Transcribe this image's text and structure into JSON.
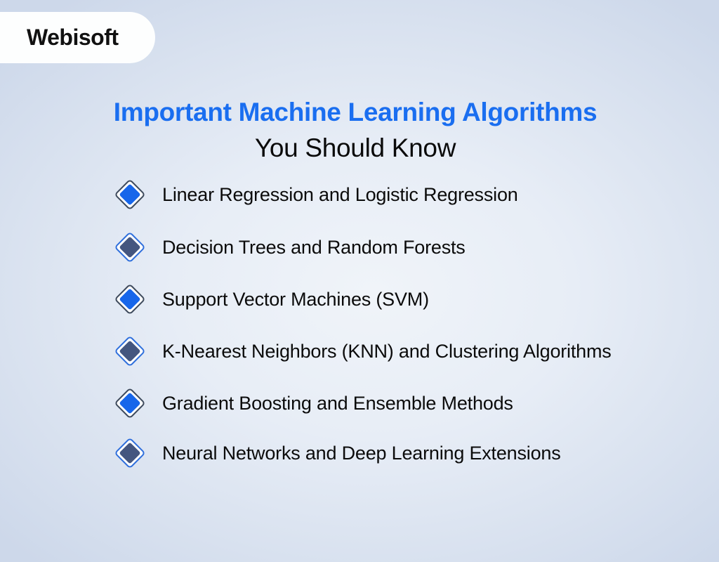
{
  "brand": {
    "logo_text": "Webisoft"
  },
  "title": {
    "line1": "Important Machine Learning Algorithms",
    "line2": "You Should Know"
  },
  "colors": {
    "title_blue": "#1a6ef0",
    "diamond_blue_fill": "#1766ea",
    "diamond_blue_border": "#3e4a5c",
    "diamond_navy_fill": "#44567f",
    "diamond_navy_border": "#2f6fdc",
    "background_center": "#f0f4f9",
    "background_edge": "#cdd8ea"
  },
  "items": [
    {
      "label": "Linear Regression and Logistic Regression",
      "bullet": "diamond-blue"
    },
    {
      "label": "Decision Trees and Random Forests",
      "bullet": "diamond-navy"
    },
    {
      "label": "Support Vector Machines (SVM)",
      "bullet": "diamond-blue"
    },
    {
      "label": "K-Nearest Neighbors (KNN) and Clustering Algorithms",
      "bullet": "diamond-navy"
    },
    {
      "label": "Gradient Boosting and Ensemble Methods",
      "bullet": "diamond-blue"
    },
    {
      "label": "Neural Networks and Deep Learning Extensions",
      "bullet": "diamond-navy"
    }
  ]
}
